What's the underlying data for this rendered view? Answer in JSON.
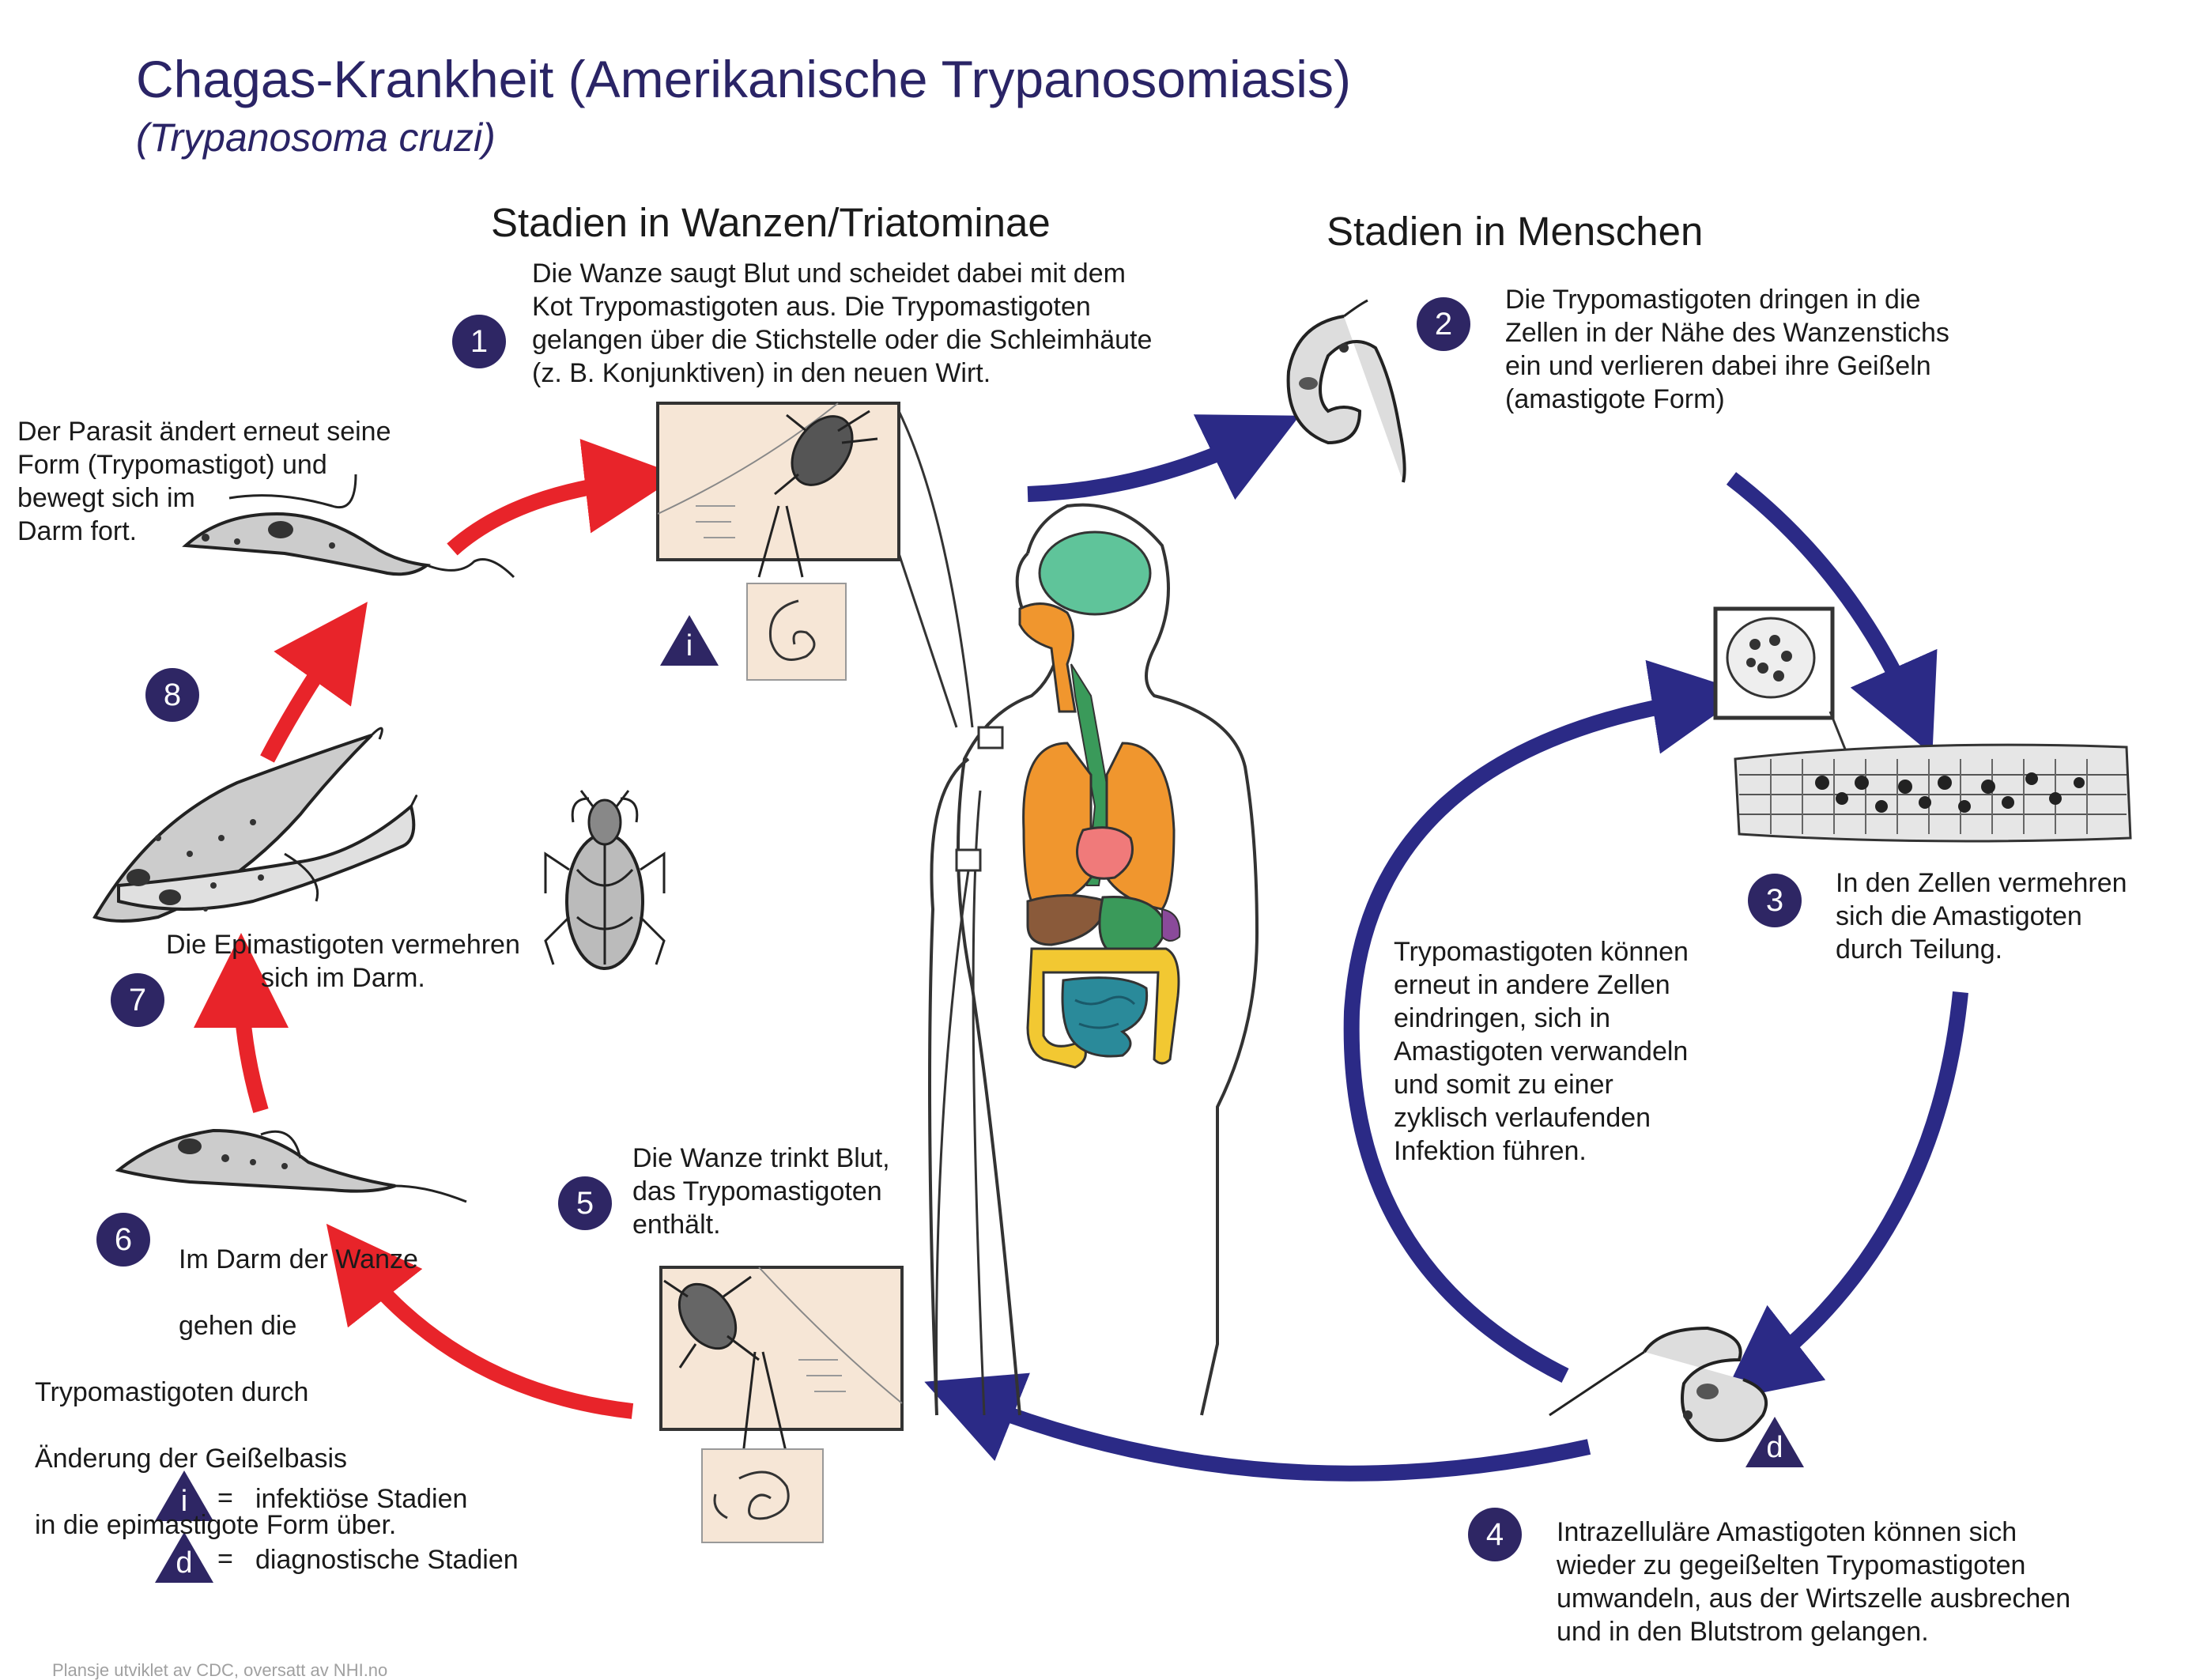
{
  "header": {
    "title": "Chagas-Krankheit (Amerikanische Trypanosomiasis)",
    "subtitle": "(Trypanosoma cruzi)"
  },
  "sections": {
    "bug": "Stadien in Wanzen/Triatominae",
    "human": "Stadien in Menschen"
  },
  "steps": [
    {
      "num": "1",
      "text": "Die Wanze saugt Blut und scheidet dabei mit dem\nKot Trypomastigoten aus. Die Trypomastigoten\ngelangen über die Stichstelle oder die Schleimhäute\n(z. B. Konjunktiven) in den neuen Wirt."
    },
    {
      "num": "2",
      "text": "Die Trypomastigoten dringen in die\nZellen in der Nähe des Wanzenstichs\nein und verlieren dabei ihre Geißeln\n(amastigote Form)"
    },
    {
      "num": "3",
      "text": "In den Zellen vermehren\nsich die Amastigoten\ndurch Teilung."
    },
    {
      "num": "4",
      "text": "Intrazelluläre Amastigoten können sich\nwieder zu gegeißelten Trypomastigoten\numwandeln, aus der Wirtszelle ausbrechen\nund in den Blutstrom gelangen."
    },
    {
      "num": "5",
      "text": "Die Wanze trinkt Blut,\ndas Trypomastigoten\nenthält."
    },
    {
      "num": "6",
      "text": "Im Darm der Wanze\ngehen die\nTrypomastigoten durch\nÄnderung der Geißelbasis\nin die epimastigote Form über."
    },
    {
      "num": "7",
      "text": "Die Epimastigoten vermehren\nsich im Darm."
    },
    {
      "num": "8",
      "text": "Der Parasit ändert erneut seine\nForm (Trypomastigot) und\nbewegt sich im\nDarm fort."
    }
  ],
  "cycle_note": "Trypomastigoten können\nerneut in andere Zellen\neindringen, sich in\nAmastigoten verwandeln\nund somit zu einer\nzyklisch verlaufenden\nInfektion führen.",
  "markers": {
    "infective": "i",
    "diagnostic": "d"
  },
  "legend": {
    "eq": "=",
    "infective_label": "infektiöse Stadien",
    "diagnostic_label": "diagnostische Stadien"
  },
  "footer": "Plansje utviklet av CDC, oversatt av NHI.no",
  "colors": {
    "badge": "#2e2664",
    "blue_arrow": "#2b2a86",
    "red_arrow": "#e8242a",
    "title": "#2a2466",
    "brain": "#5fc49a",
    "lungs": "#f0962e",
    "heart": "#f07a7a",
    "liver": "#8a5a3a",
    "stomach": "#3a9a5a",
    "colon": "#f2c832",
    "small_intestine": "#2a8a9a",
    "panel_fill": "#f6e6d6"
  }
}
